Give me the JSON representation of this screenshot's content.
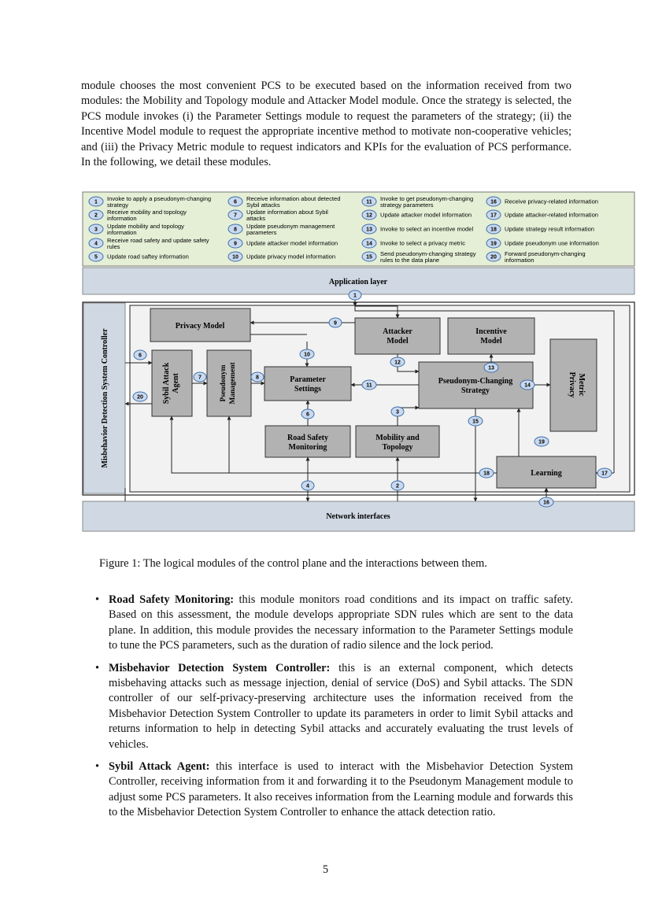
{
  "intro_paragraph": "module chooses the most convenient PCS to be executed based on the information received from two modules: the Mobility and Topology module and Attacker Model module. Once the strategy is selected, the PCS module invokes (i) the Parameter Settings module to request the parameters of the strategy; (ii) the Incentive Model module to request the appropriate incentive method to motivate non-cooperative vehicles; and (iii) the Privacy Metric module to request indicators and KPIs for the evaluation of PCS performance. In the following, we detail these modules.",
  "figure": {
    "legend": [
      {
        "num": "1",
        "line1": "Invoke to apply a pseudonym-changing",
        "line2": "strategy"
      },
      {
        "num": "2",
        "line1": "Receive mobility and topology",
        "line2": "information"
      },
      {
        "num": "3",
        "line1": "Update mobility and topology",
        "line2": "information"
      },
      {
        "num": "4",
        "line1": "Receive road safety and update safety",
        "line2": "rules"
      },
      {
        "num": "5",
        "line1": "Update road saftey information",
        "line2": ""
      },
      {
        "num": "6",
        "line1": "Receive information about detected",
        "line2": "Sybil attacks"
      },
      {
        "num": "7",
        "line1": "Update information about Sybil",
        "line2": "attacks"
      },
      {
        "num": "8",
        "line1": "Update pseudonym management",
        "line2": "parameters"
      },
      {
        "num": "9",
        "line1": "Update attacker model information",
        "line2": ""
      },
      {
        "num": "10",
        "line1": "Update privacy model information",
        "line2": ""
      },
      {
        "num": "11",
        "line1": "Invoke to get pseudonym-changing",
        "line2": "strategy parameters"
      },
      {
        "num": "12",
        "line1": "Update attacker model information",
        "line2": ""
      },
      {
        "num": "13",
        "line1": "Invoke to select an incentive model",
        "line2": ""
      },
      {
        "num": "14",
        "line1": "Invoke to select a privacy metric",
        "line2": ""
      },
      {
        "num": "15",
        "line1": "Send pseudonym-changing strategy",
        "line2": "rules to the data plane"
      },
      {
        "num": "16",
        "line1": "Receive privacy-related information",
        "line2": ""
      },
      {
        "num": "17",
        "line1": "Update attacker-related information",
        "line2": ""
      },
      {
        "num": "18",
        "line1": "Update strategy result information",
        "line2": ""
      },
      {
        "num": "19",
        "line1": "Update pseudonym use information",
        "line2": ""
      },
      {
        "num": "20",
        "line1": "Forward pseudonym-changing",
        "line2": "information"
      }
    ],
    "application_layer": "Application layer",
    "network_interfaces": "Network interfaces",
    "mds_controller": "Misbehavior Detection System Controller",
    "privacy_model": "Privacy Model",
    "attacker_model": [
      "Attacker",
      "Model"
    ],
    "incentive_model": [
      "Incentive",
      "Model"
    ],
    "sybil_agent": [
      "Sybil Attack",
      "Agent"
    ],
    "pseudonym_mgmt": [
      "Pseudonym",
      "Management"
    ],
    "parameter_settings": [
      "Parameter",
      "Settings"
    ],
    "pcs": [
      "Pseudonym-Changing",
      "Strategy"
    ],
    "privacy_metric": [
      "Privacy",
      "Metric"
    ],
    "road_safety": [
      "Road Safety",
      "Monitoring"
    ],
    "mobility": [
      "Mobility and",
      "Topology"
    ],
    "learning": "Learning",
    "badges": {
      "b1": "1",
      "b2": "2",
      "b3": "3",
      "b4": "4",
      "b6": "6",
      "b7": "7",
      "b8": "8",
      "b9": "9",
      "b10": "10",
      "b11": "11",
      "b12": "12",
      "b13": "13",
      "b14": "14",
      "b15": "15",
      "b16": "16",
      "b17": "17",
      "b18": "18",
      "b19": "19",
      "b20": "20",
      "b6b": "6"
    },
    "colors": {
      "legend_bg": "#e5efd6",
      "layer_bg": "#cfd8e3",
      "box_bg": "#b2b2b2",
      "badge_fill": "#c9d9ef",
      "badge_stroke": "#3d6ea8"
    }
  },
  "caption": "Figure 1: The logical modules of the control plane and the interactions between them.",
  "bullets": [
    {
      "term": "Road Safety Monitoring:",
      "text": " this module monitors road conditions and its impact on traffic safety. Based on this assessment, the module develops appropriate SDN rules which are sent to the data plane. In addition, this module provides the necessary information to the Parameter Settings module to tune the PCS parameters, such as the duration of radio silence and the lock period."
    },
    {
      "term": "Misbehavior Detection System Controller:",
      "text": " this is an external component, which detects misbehaving attacks such as message injection, denial of service (DoS) and Sybil attacks. The SDN controller of our self-privacy-preserving architecture uses the information received from the Misbehavior Detection System Controller to update its parameters in order to limit Sybil attacks and returns information to help in detecting Sybil attacks and accurately evaluating the trust levels of vehicles."
    },
    {
      "term": "Sybil Attack Agent:",
      "text": " this interface is used to interact with the Misbehavior Detection System Controller, receiving information from it and forwarding it to the Pseudonym Management module to adjust some PCS parameters. It also receives information from the Learning module and forwards this to the Misbehavior Detection System Controller to enhance the attack detection ratio."
    }
  ],
  "page_number": "5"
}
